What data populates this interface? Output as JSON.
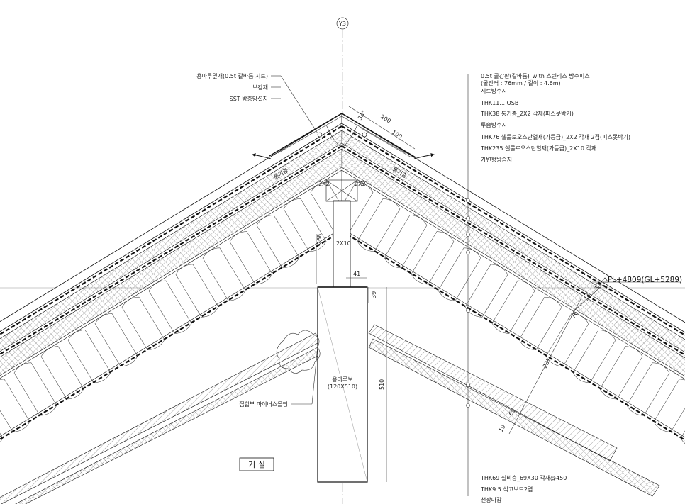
{
  "grid": {
    "axis_label": "Y3"
  },
  "left_labels": [
    "용마루덮개(0.5t 갈바륨 시트)",
    "보강재",
    "SST 방충망설치"
  ],
  "right_labels": [
    "0.5t 골강판(갈바륨)_with 스텐리스 방수피스",
    "(골간격 : 76mm / 길이 : 4.6m)",
    "시트방수지",
    "THK11.1 OSB",
    "THK38 통기층_2X2 각재(피스못박기)",
    "투습방수지",
    "THK76 셀룰로오스단열재(가등급)_2X2 각재 2겹(피스못박기)",
    "THK235 셀룰로오스단열재(가등급)_2X10 각재",
    "가변형방습지"
  ],
  "right_labels_bottom": [
    "THK69 설비층_69X30 각재@450",
    "THK9.5 석고보드2겹",
    "천장마감"
  ],
  "level_mark": "FL+4809(GL+5289)",
  "ridge_beam": {
    "name": "용마루보",
    "size": "(120X510)"
  },
  "vent_labels": [
    "통기층",
    "통기층"
  ],
  "member_labels": [
    "2X2",
    "2X2",
    "2X10"
  ],
  "joint_label": "접합부 마이너스몰딩",
  "room_label": "거 실",
  "dimensions": {
    "ridge_cap_200": "200",
    "ridge_cap_100": "100",
    "angle": "33°",
    "post_268": "268",
    "beam_41": "41",
    "beam_39": "39",
    "beam_510": "510",
    "layer_235": "235",
    "layer_69": "69",
    "layer_19": "19",
    "layer_38": "38",
    "layer_11": "11",
    "layer_76": "76"
  },
  "colors": {
    "line": "#111111",
    "hair": "#777777",
    "paper": "#ffffff"
  }
}
